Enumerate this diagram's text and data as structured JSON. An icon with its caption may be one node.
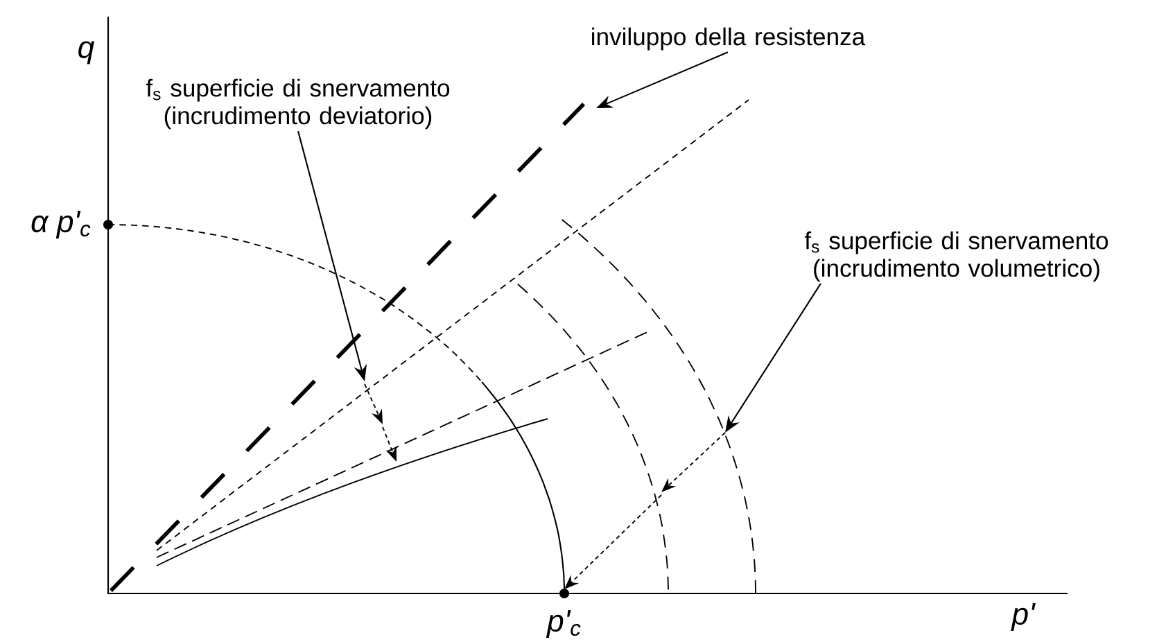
{
  "diagram": {
    "nodes": [
      {
        "text": [
          "f$_{s}$ superficie di snervamento (incrudimento deviatorio)"
        ]
      },
      {
        "text": [
          "inviluppo della resistenza"
        ]
      },
      {
        "text": [
          "f$_{s}$ superficie di snervamento (incrudimento volumetrico)"
        ]
      }
    ],
    "edges": [
      {
        "from": 0,
        "to": null,
        "arrow": "to"
      },
      {
        "from": 1,
        "to": null,
        "arrow": "to"
      },
      {
        "from": 2,
        "to": null,
        "arrow": "to"
      }
    ],
    "labels": [
      "q",
      "α p'$_{c}$",
      "p'$_{c}$",
      "p'"
    ]
  }
}
